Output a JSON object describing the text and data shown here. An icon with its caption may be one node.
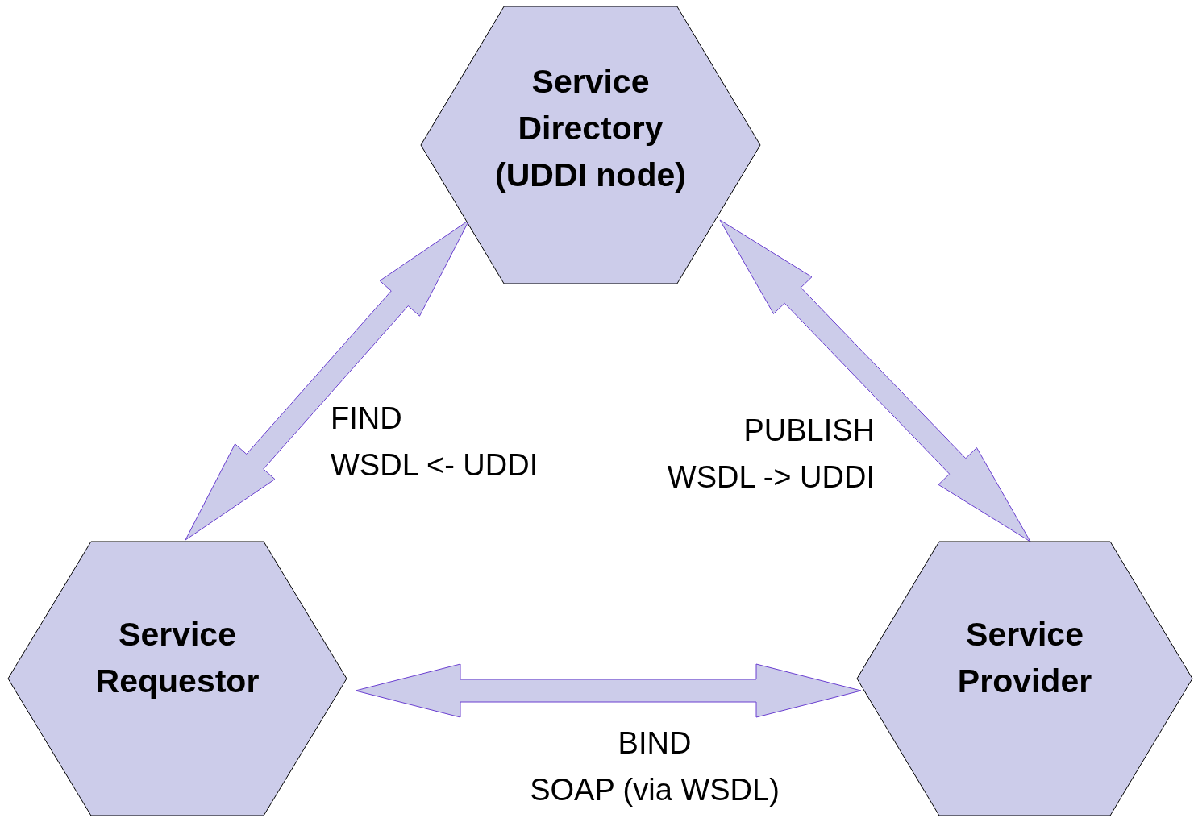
{
  "diagram": {
    "nodes": [
      {
        "text": [
          "Service Directory (UDDI node)"
        ]
      },
      {
        "text": [
          "Service Requestor"
        ]
      },
      {
        "text": [
          "Service Provider"
        ]
      }
    ],
    "edges": [
      {
        "from": 1,
        "to": 0,
        "arrow": "both",
        "label": "FIND WSDL <- UDDI"
      },
      {
        "from": 2,
        "to": 0,
        "arrow": "both",
        "label": "PUBLISH WSDL -> UDDI"
      },
      {
        "from": 1,
        "to": 2,
        "arrow": "both",
        "label": "BIND SOAP (via WSDL)"
      }
    ]
  }
}
